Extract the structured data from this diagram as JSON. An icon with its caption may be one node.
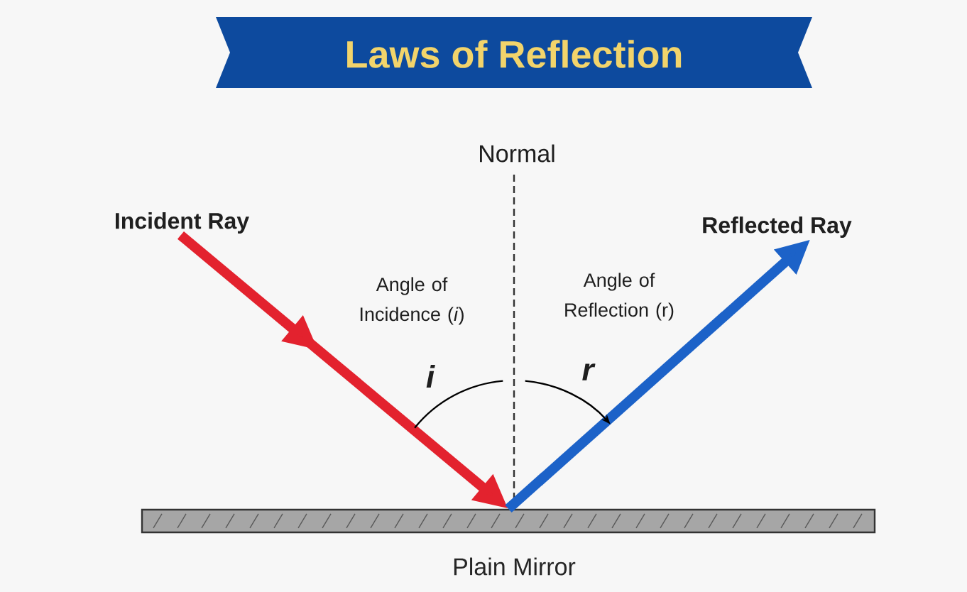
{
  "diagram": {
    "title": "Laws of Reflection",
    "nodes": [
      {
        "text": [
          "Plain Mirror"
        ]
      },
      {
        "text": [
          "Incident Ray"
        ]
      },
      {
        "text": [
          "Reflected Ray"
        ]
      }
    ],
    "edges": [
      {
        "from": 1,
        "to": 0,
        "arrow": "to",
        "color": "#e3222e"
      },
      {
        "from": 0,
        "to": 2,
        "arrow": "to",
        "color": "#1c62c8"
      }
    ],
    "labels": [
      "Normal",
      "Angle of Incidence (*i*)",
      "Angle of Reflection (r)",
      "i",
      "r"
    ]
  }
}
